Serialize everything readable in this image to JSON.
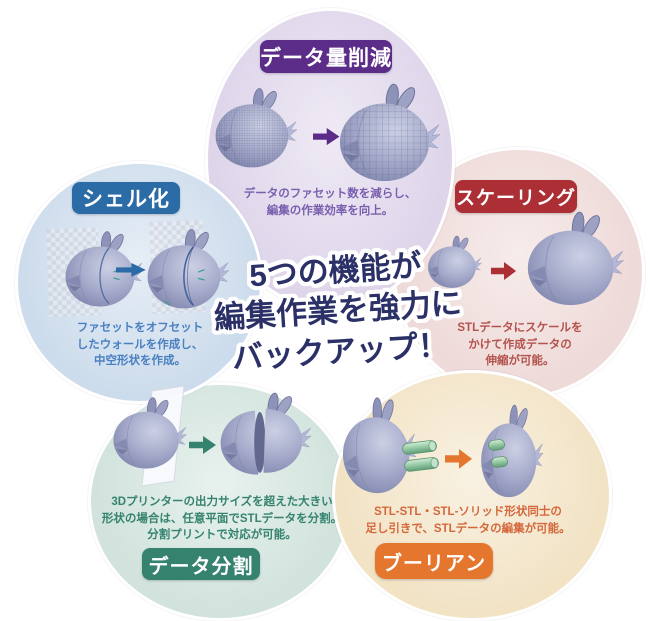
{
  "center": {
    "lines": [
      "5つの機能が",
      "編集作業を強力に",
      "バックアップ！"
    ],
    "color": "#2b3067"
  },
  "features": [
    {
      "key": "data-reduction",
      "label": "データ量削減",
      "description": "データのファセット数を減らし、\n編集の作業効率を向上。",
      "badge_color": "#5b2c88",
      "circle_color": "#ded5ea",
      "text_color": "#7a5fae",
      "arrow_color": "#5b2c88"
    },
    {
      "key": "shell",
      "label": "シェル化",
      "description": "ファセットをオフセット\nしたウォールを作成し、\n中空形状を作成。",
      "badge_color": "#2b6ba6",
      "circle_color": "#cddcec",
      "text_color": "#4a80c0",
      "arrow_color": "#2b6ba6"
    },
    {
      "key": "scaling",
      "label": "スケーリング",
      "description": "STLデータにスケールを\nかけて作成データの\n伸縮が可能。",
      "badge_color": "#ab2f34",
      "circle_color": "#eedad8",
      "text_color": "#b4524d",
      "arrow_color": "#ab2f34"
    },
    {
      "key": "data-split",
      "label": "データ分割",
      "description": "3Dプリンターの出力サイズを超えた大きい\n形状の場合は、任意平面でSTLデータを分割。\n分割プリントで対応が可能。",
      "badge_color": "#35836f",
      "circle_color": "#d1e3dc",
      "text_color": "#35836f",
      "arrow_color": "#35836f"
    },
    {
      "key": "boolean",
      "label": "ブーリアン",
      "description": "STL-STL・STL-ソリッド形状同士の\n足し引きで、STLデータの編集が可能。",
      "badge_color": "#e4762d",
      "circle_color": "#f2e3c5",
      "text_color": "#d4683c",
      "arrow_color": "#e4762d"
    }
  ]
}
